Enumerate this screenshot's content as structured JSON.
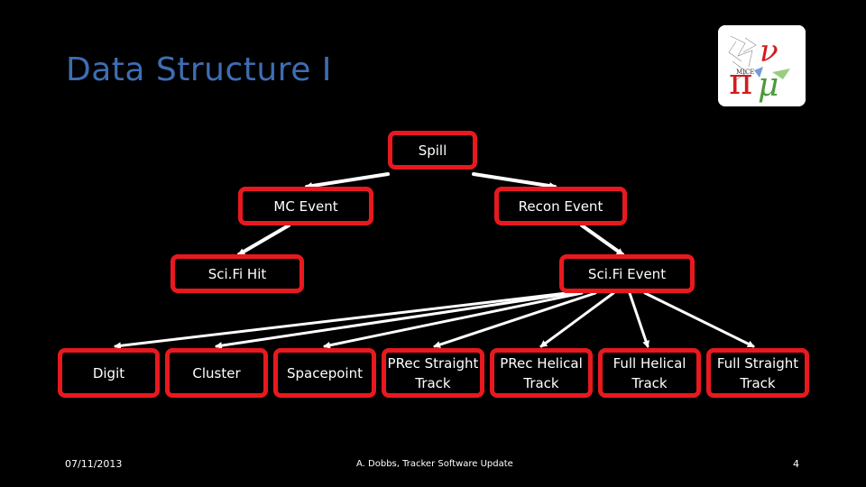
{
  "title": "Data Structure I",
  "logo": {
    "name": "mice-logo",
    "text": "MICE"
  },
  "nodes": {
    "spill": "Spill",
    "mc_event": "MC Event",
    "recon_event": "Recon Event",
    "scifi_hit": "Sci.Fi Hit",
    "scifi_event": "Sci.Fi Event",
    "digit": "Digit",
    "cluster": "Cluster",
    "spacepoint": "Spacepoint",
    "prec_straight": "PRec Straight\nTrack",
    "prec_helical": "PRec Helical\nTrack",
    "full_helical": "Full Helical\nTrack",
    "full_straight": "Full Straight\nTrack"
  },
  "footer": {
    "date": "07/11/2013",
    "author": "A. Dobbs, Tracker Software Update",
    "page": "4"
  },
  "colors": {
    "box_border": "#e8191e",
    "title": "#3f6db3",
    "arrow": "#ffffff",
    "background": "#000000"
  }
}
